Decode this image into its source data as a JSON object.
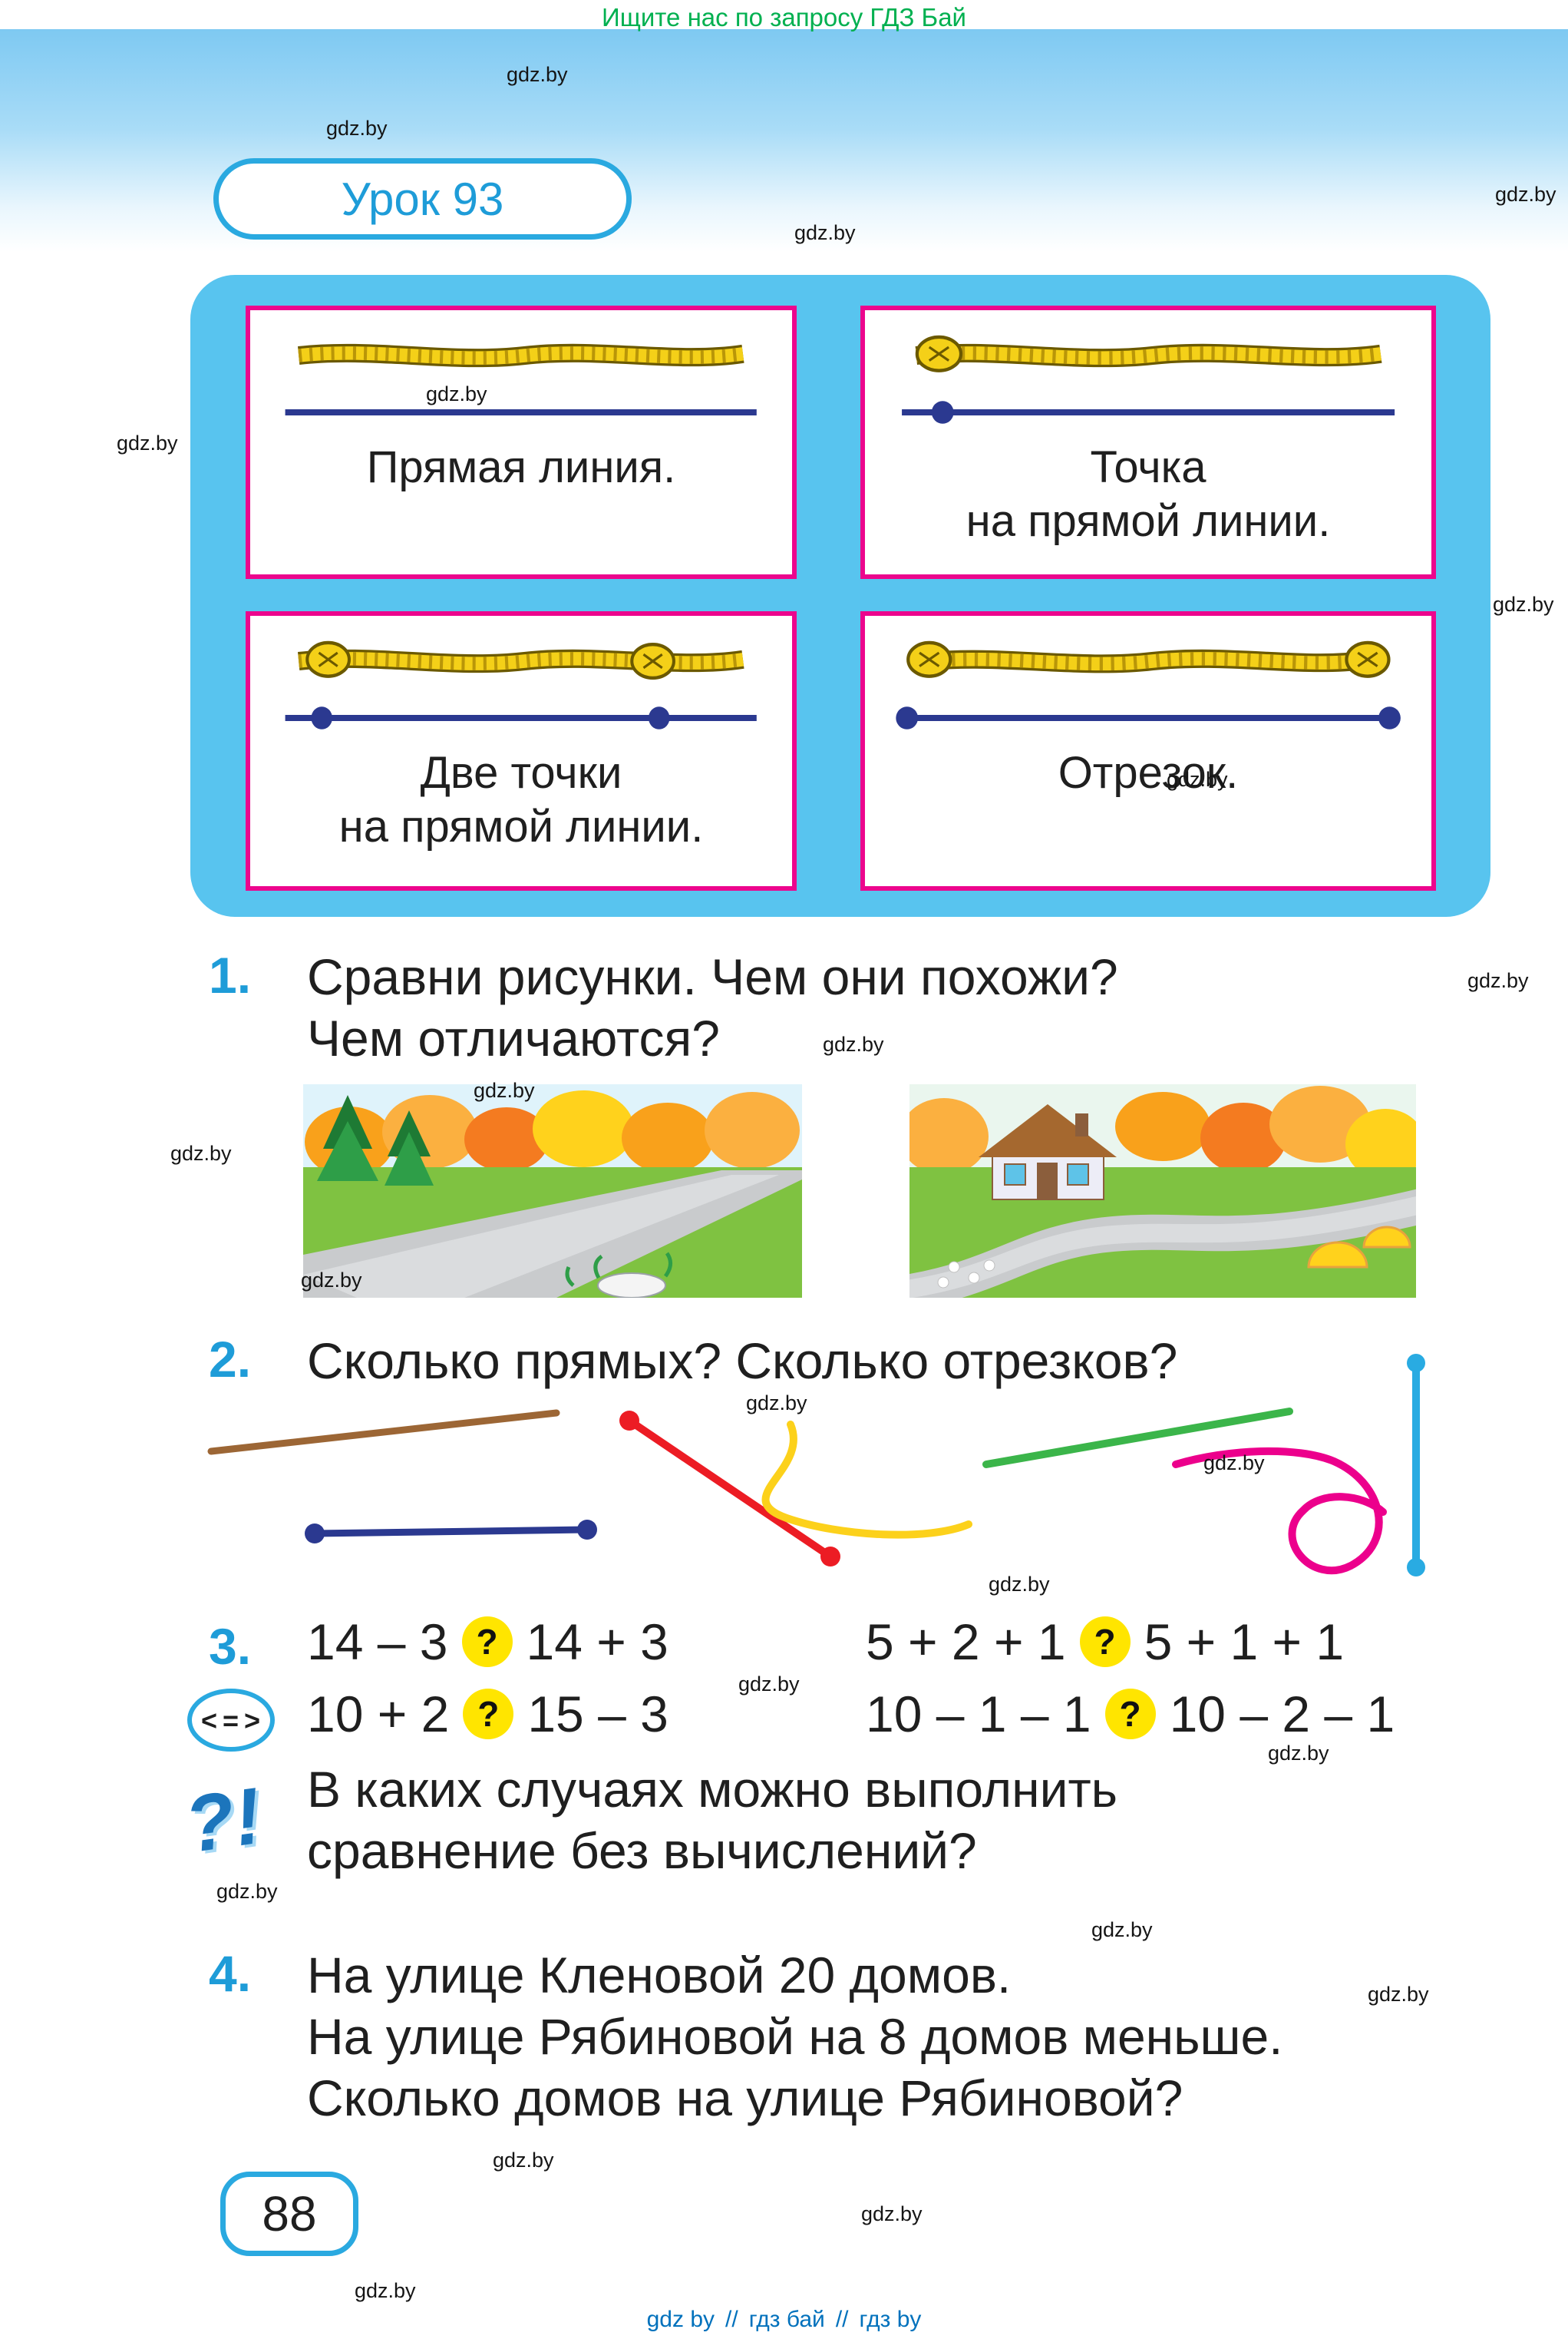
{
  "page": {
    "top_banner": "Ищите нас по запросу ГДЗ Бай",
    "watermark": "gdz.by",
    "lesson_badge": "Урок 93",
    "page_number": "88",
    "footer": {
      "link1": "gdz by",
      "sep": "//",
      "link2": "гдз бай",
      "link3": "гдз by"
    }
  },
  "icons": {
    "compare_lt": "<",
    "compare_eq": "=",
    "compare_gt": ">",
    "interrobang": "?!"
  },
  "concept_cards": [
    {
      "line1": "Прямая линия.",
      "line2": ""
    },
    {
      "line1": "Точка",
      "line2": "на прямой линии."
    },
    {
      "line1": "Две точки",
      "line2": "на прямой линии."
    },
    {
      "line1": "Отрезок.",
      "line2": ""
    }
  ],
  "exercises": {
    "ex1": {
      "number": "1.",
      "line1": "Сравни рисунки. Чем они похожи?",
      "line2": "Чем отличаются?"
    },
    "ex2": {
      "number": "2.",
      "text": "Сколько прямых? Сколько отрезков?"
    },
    "ex3": {
      "number": "3.",
      "mark": "?",
      "r1l_a": "14 – 3",
      "r1l_b": "14 + 3",
      "r1r_a": "5 + 2 + 1",
      "r1r_b": "5 + 1 + 1",
      "r2l_a": "10 + 2",
      "r2l_b": "15 – 3",
      "r2r_a": "10 – 1 – 1",
      "r2r_b": "10 – 2 – 1",
      "prompt1": "В каких случаях можно выполнить",
      "prompt2": "сравнение без вычислений?"
    },
    "ex4": {
      "number": "4.",
      "line1": "На улице Кленовой 20 домов.",
      "line2": "На улице Рябиновой на 8 домов меньше.",
      "line3": "Сколько домов на улице Рябиновой?"
    }
  }
}
